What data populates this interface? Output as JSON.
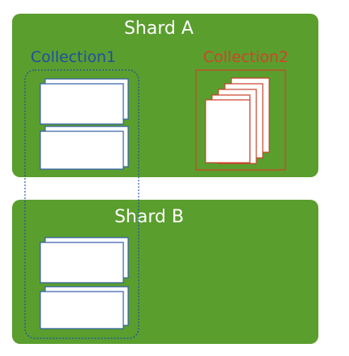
{
  "diagram": {
    "colors": {
      "shard_fill": "#5a9e2e",
      "collection1_outline": "#1e4fa3",
      "collection2_outline": "#d4412a",
      "document_fill": "#ffffff",
      "collection1_document_border": "#2e5ea8",
      "collection2_document_border": "#c8402a"
    },
    "shards": [
      {
        "title": "Shard A"
      },
      {
        "title": "Shard B"
      }
    ],
    "collections": [
      {
        "label": "Collection1",
        "border_style": "dotted"
      },
      {
        "label": "Collection2",
        "border_style": "solid"
      }
    ]
  }
}
